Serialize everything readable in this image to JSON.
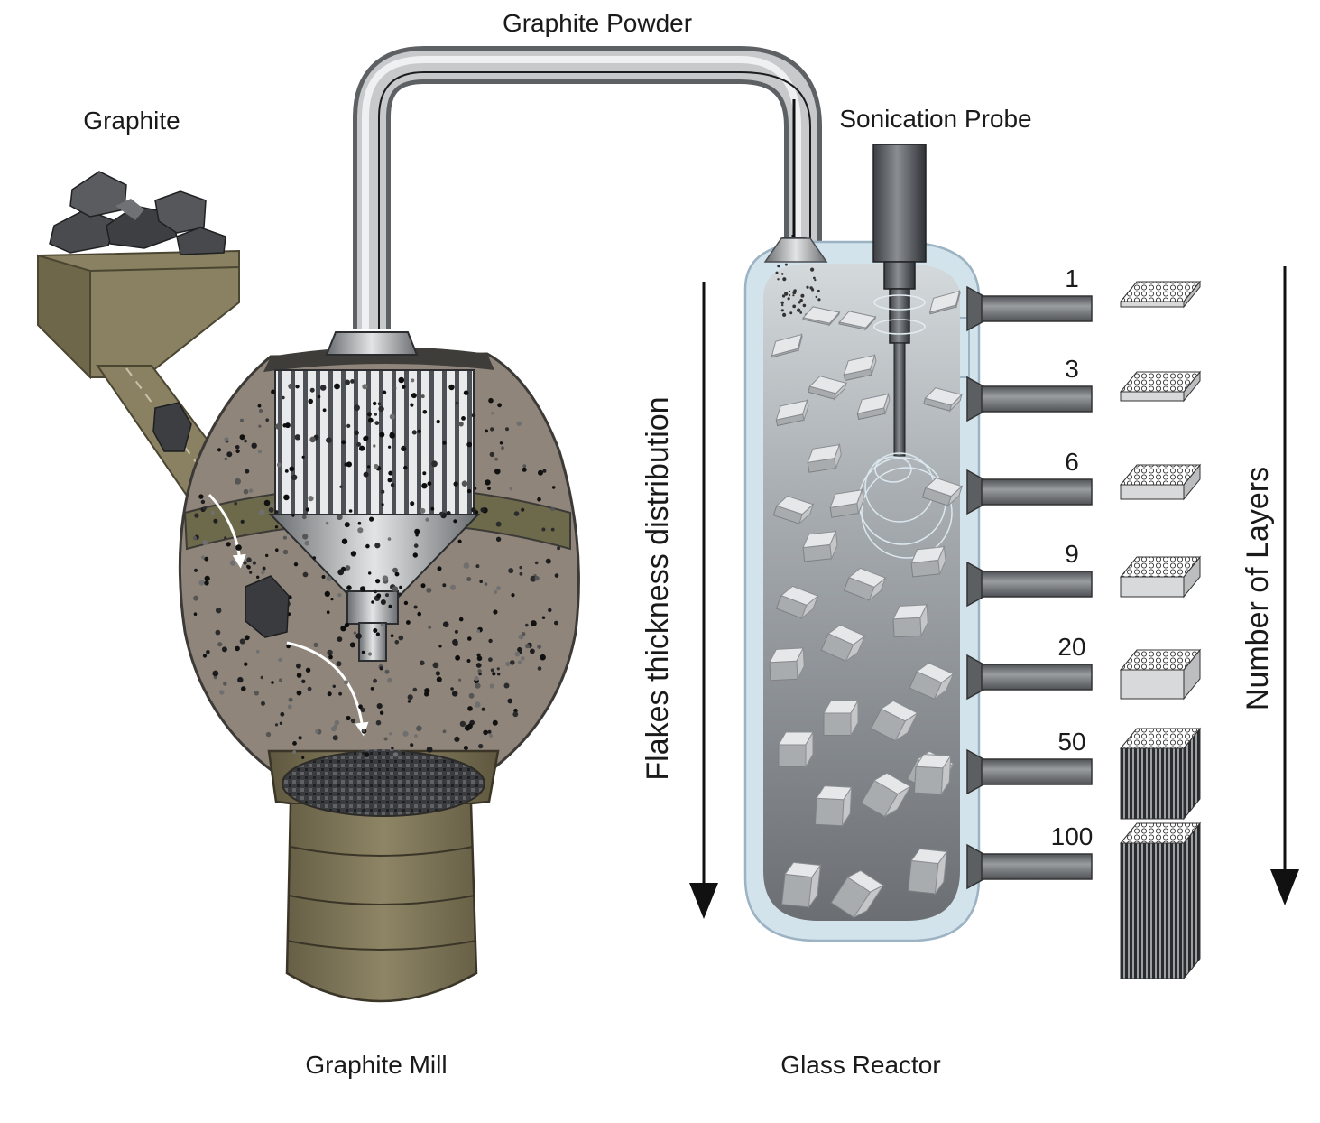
{
  "labels": {
    "graphite": "Graphite",
    "graphite_powder": "Graphite Powder",
    "sonication_probe": "Sonication Probe",
    "graphite_mill": "Graphite Mill",
    "glass_reactor": "Glass Reactor",
    "flakes_thickness": "Flakes thickness distribution",
    "number_of_layers": "Number of Layers"
  },
  "outlets": [
    {
      "layers": "1"
    },
    {
      "layers": "3"
    },
    {
      "layers": "6"
    },
    {
      "layers": "9"
    },
    {
      "layers": "20"
    },
    {
      "layers": "50"
    },
    {
      "layers": "100"
    }
  ],
  "colors": {
    "mill_body": "#8f8479",
    "mill_olive": "#7d7457",
    "pipe": "#9a9c9e",
    "reactor_glass": "#cfe0ea",
    "liquid_top": "#c9ced2",
    "liquid_bottom": "#707478",
    "outlet_pipe": "#6e7074"
  }
}
